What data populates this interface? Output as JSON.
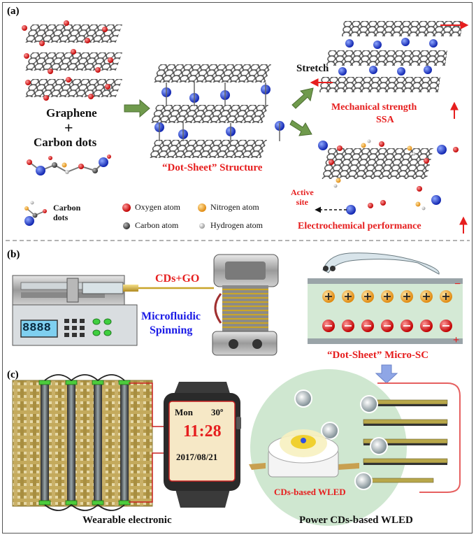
{
  "panels": {
    "a": "(a)",
    "b": "(b)",
    "c": "(c)"
  },
  "panel_a": {
    "graphene": "Graphene",
    "plus": "+",
    "carbon_dots": "Carbon dots",
    "dot_sheet_structure": "“Dot-Sheet” Structure",
    "stretch": "Stretch",
    "mechanical_strength": "Mechanical strength",
    "ssa": "SSA",
    "active_site": "Active\nsite",
    "electrochemical_performance": "Electrochemical performance",
    "legend": {
      "carbon_dots_label": "Carbon\ndots",
      "oxygen": "Oxygen atom",
      "carbon": "Carbon atom",
      "nitrogen": "Nitrogen atom",
      "hydrogen": "Hydrogen atom"
    }
  },
  "panel_b": {
    "cds_go": "CDs+GO",
    "microfluidic": "Microfluidic",
    "spinning": "Spinning",
    "pump_display": "8888",
    "dot_sheet_micro_sc": "“Dot-Sheet” Micro-SC",
    "minus": "−",
    "plus": "+"
  },
  "panel_c": {
    "watch_day": "Mon",
    "watch_temp": "30º",
    "watch_time": "11:28",
    "watch_date": "2017/08/21",
    "cds_wled": "CDs-based WLED",
    "wearable_electronic": "Wearable electronic",
    "power_wled": "Power CDs-based WLED"
  },
  "colors": {
    "accent_red": "#e61e1e",
    "blue_text": "#1a1ae6",
    "arrow_green": "#6f9a4c",
    "oxygen": "#e02020",
    "nitrogen_atom_blue": "#2a3fd6",
    "nitrogen_legend": "#f0a030",
    "carbon": "#555555",
    "textile": "#b8a050"
  }
}
